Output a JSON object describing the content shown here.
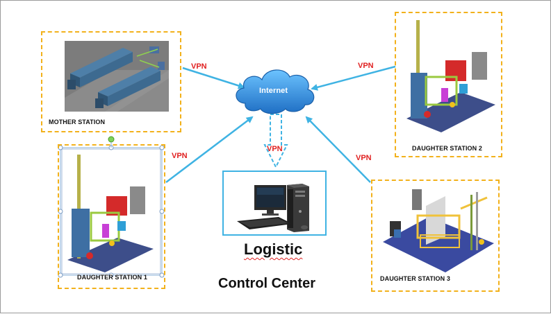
{
  "stations": {
    "mother": "MOTHER STATION",
    "daughter1": "DAUGHTER STATION 1",
    "daughter2": "DAUGHTER STATION 2",
    "daughter3": "DAUGHTER STATION 3"
  },
  "cloud_label": "Internet",
  "vpn_label": "VPN",
  "control_center": {
    "line1": "Logistic",
    "line2": "Control Center"
  },
  "colors": {
    "arrow": "#3fb3e3",
    "vpn": "#e02020",
    "panel_border": "#f2b11b",
    "cloud": "#2f86d6"
  }
}
